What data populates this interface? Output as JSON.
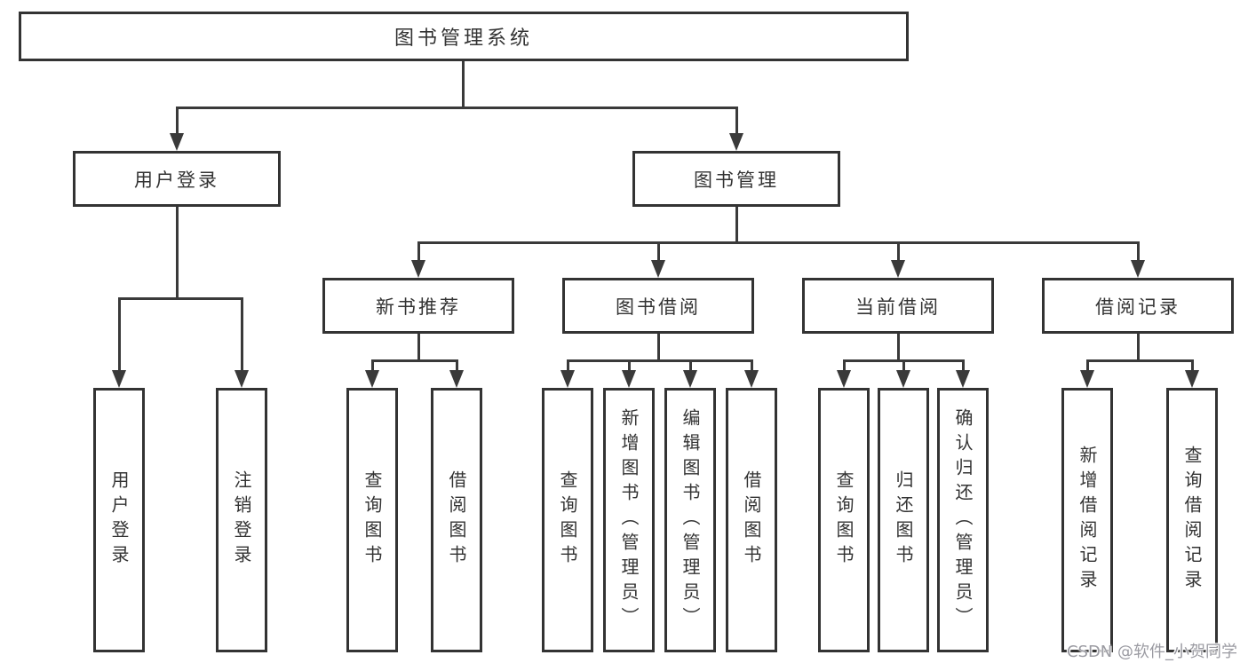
{
  "nodes": {
    "root": "图书管理系统",
    "l2": [
      "用户登录",
      "图书管理"
    ],
    "l3": [
      "新书推荐",
      "图书借阅",
      "当前借阅",
      "借阅记录"
    ],
    "leaves_user": [
      "用户登录",
      "注销登录"
    ],
    "leaves_newbooks": [
      "查询图书",
      "借阅图书"
    ],
    "leaves_borrow": [
      "查询图书",
      "新增图书（管理员）",
      "编辑图书（管理员）",
      "借阅图书"
    ],
    "leaves_current": [
      "查询图书",
      "归还图书",
      "确认归还（管理员）"
    ],
    "leaves_records": [
      "新增借阅记录",
      "查询借阅记录"
    ]
  },
  "watermark": "CSDN @软件_小贺同学",
  "colors": {
    "line": "#3a3a3a",
    "ink": "#333333",
    "watermark_color": "#9b9ba2"
  }
}
